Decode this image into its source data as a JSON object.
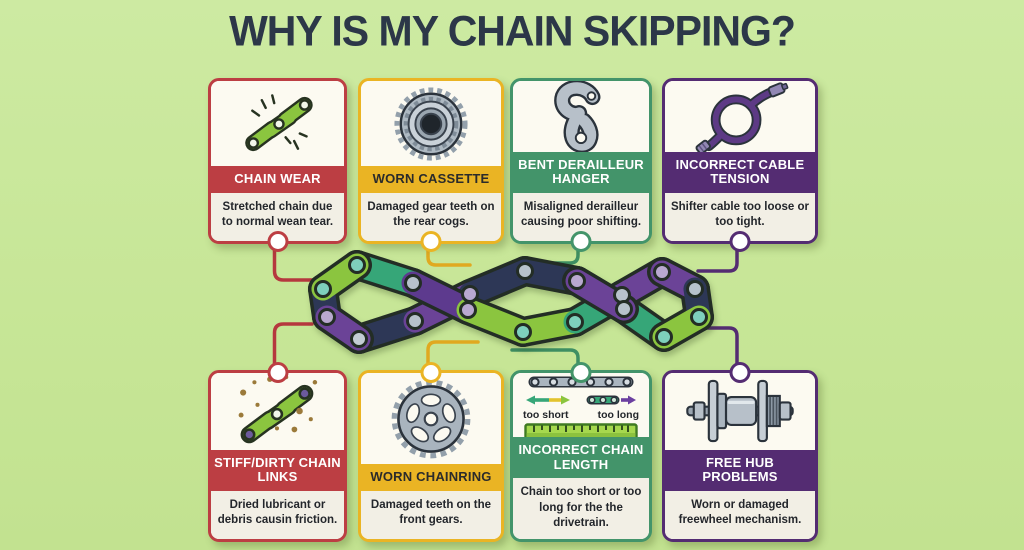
{
  "title": "WHY IS MY CHAIN SKIPPING?",
  "palette": {
    "background": "#c9e79b",
    "title_color": "#2c3748",
    "red": "#bc3e43",
    "yellow": "#eab424",
    "green": "#43946a",
    "purple": "#542c72",
    "card_icon_bg": "#fcfaf1",
    "card_desc_bg": "#f2efe5",
    "chain_lime": "#8bc53f",
    "chain_teal": "#36a678",
    "chain_navy": "#2d3756",
    "chain_purple": "#6b4397"
  },
  "cards": [
    {
      "title": "CHAIN WEAR",
      "description": "Stretched chain due to normal wean tear.",
      "theme": "red",
      "icon": "chain-wear-icon"
    },
    {
      "title": "WORN CASSETTE",
      "description": "Damaged gear teeth on the rear cogs.",
      "theme": "yellow",
      "icon": "worn-cassette-icon"
    },
    {
      "title": "BENT DERAILLEUR HANGER",
      "description": "Misaligned derailleur causing poor shifting.",
      "theme": "green",
      "icon": "derailleur-hanger-icon"
    },
    {
      "title": "INCORRECT CABLE TENSION",
      "description": "Shifter cable too loose or too tight.",
      "theme": "purple",
      "icon": "cable-icon"
    },
    {
      "title": "STIFF/DIRTY CHAIN LINKS",
      "description": "Dried lubricant or debris causin friction.",
      "theme": "red",
      "icon": "dirty-chain-icon"
    },
    {
      "title": "WORN CHAINRING",
      "description": "Damaged teeth on the front gears.",
      "theme": "yellow",
      "icon": "chainring-icon"
    },
    {
      "title": "INCORRECT CHAIN LENGTH",
      "description": "Chain too short or too long for the the drivetrain.",
      "theme": "green",
      "icon": "chain-length-icon",
      "label_short": "too short",
      "label_long": "too long"
    },
    {
      "title": "FREE HUB PROBLEMS",
      "description": "Worn or damaged freewheel mechanism.",
      "theme": "purple",
      "icon": "freehub-icon"
    }
  ]
}
